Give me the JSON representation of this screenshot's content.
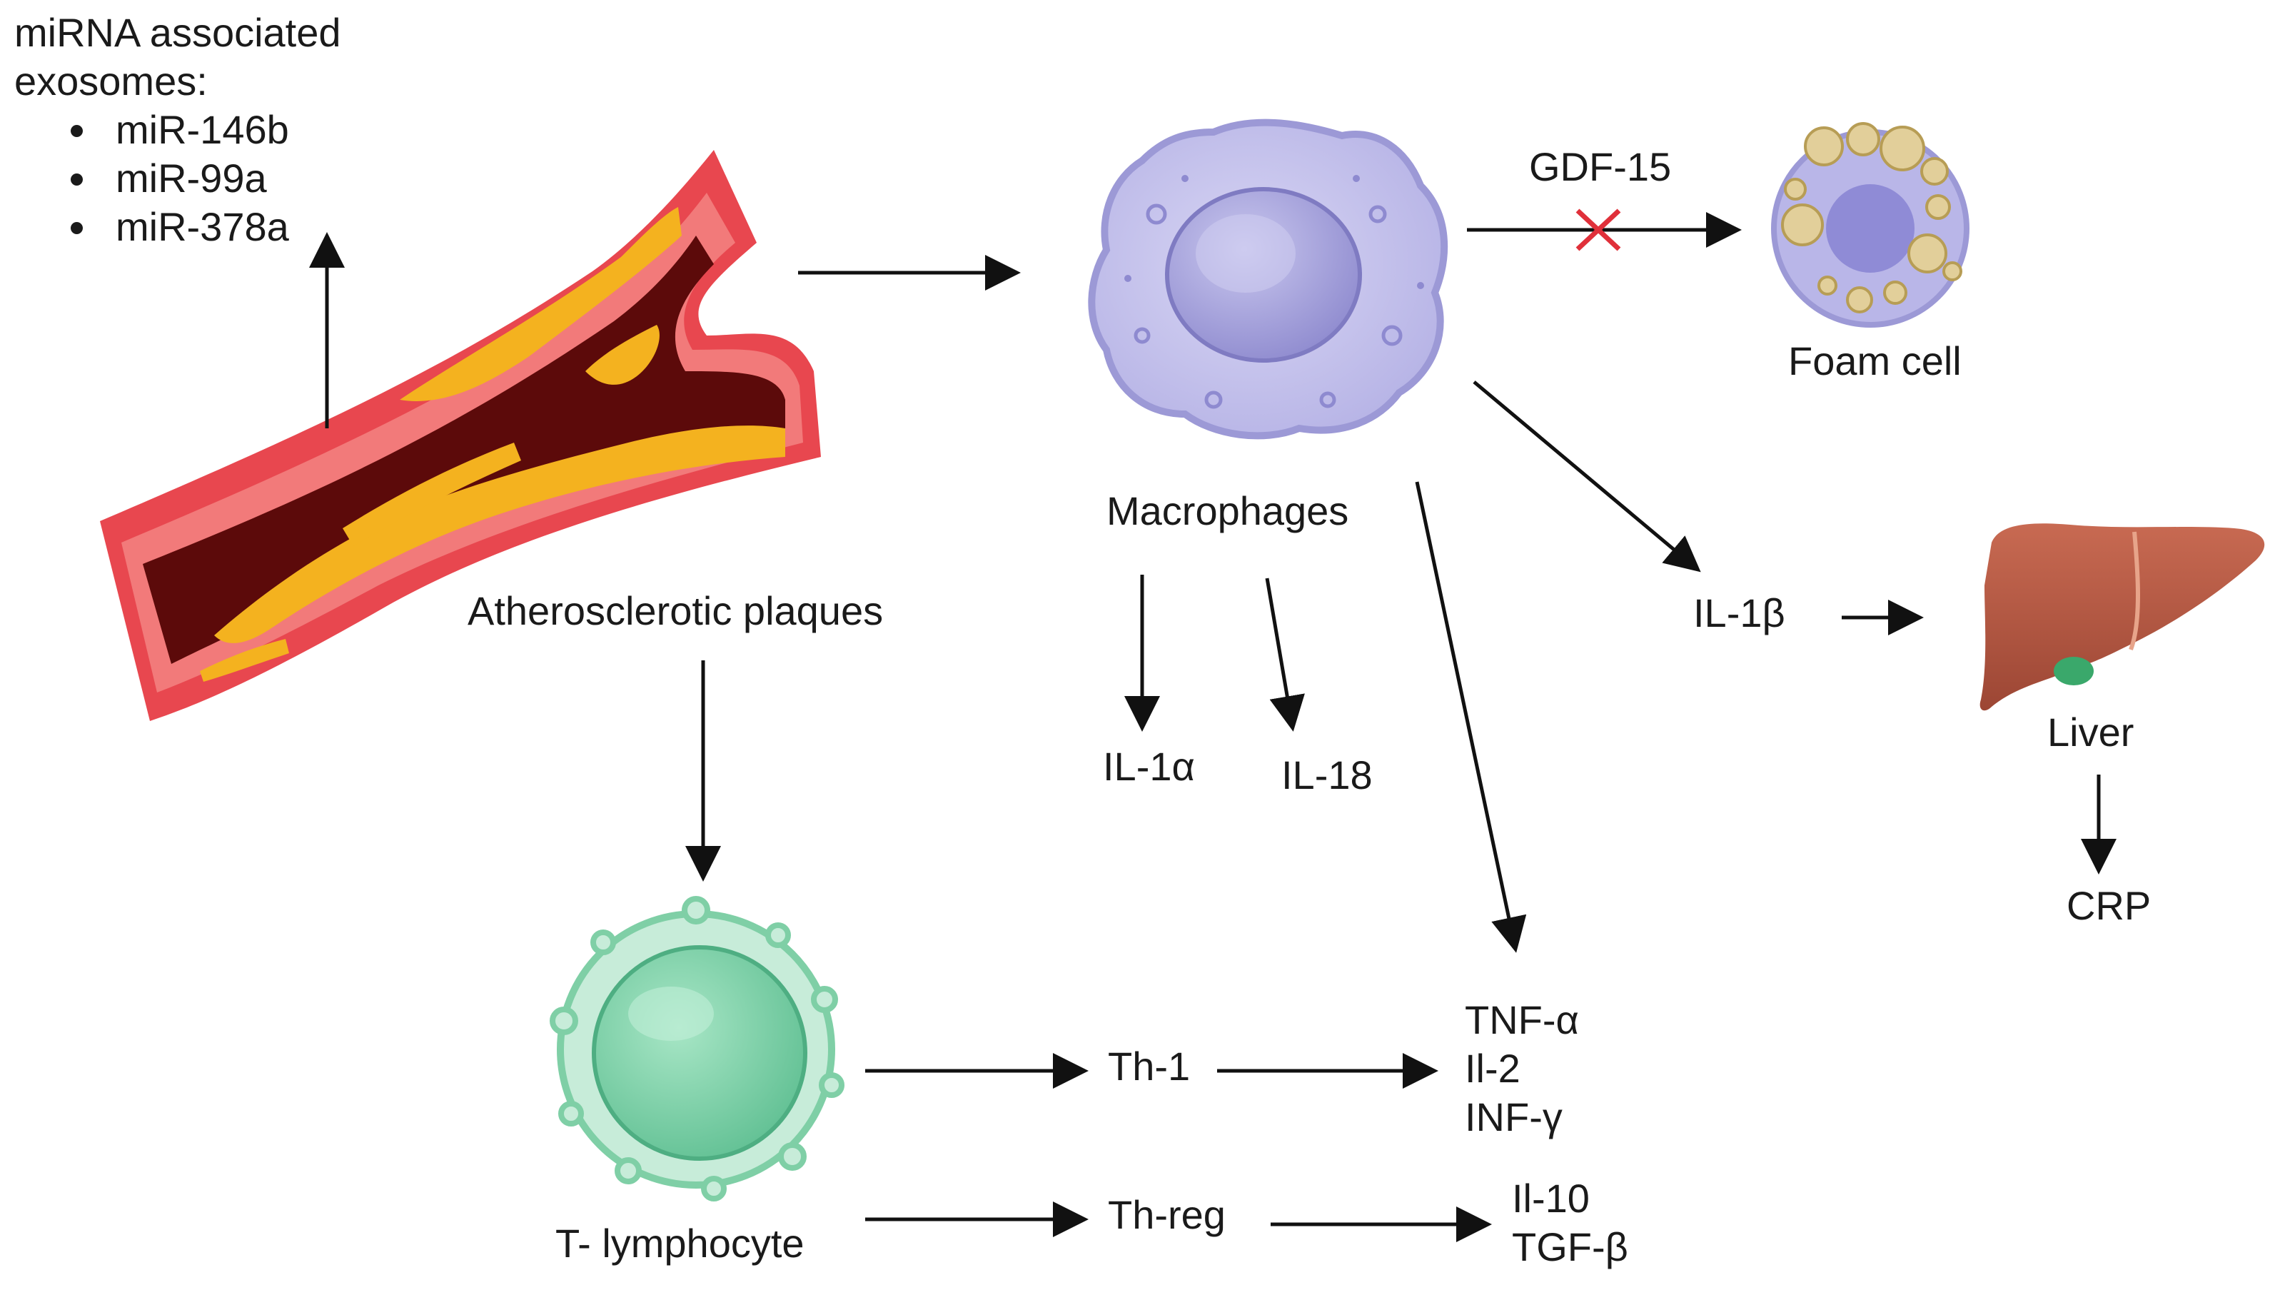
{
  "mirna": {
    "title_line1": "miRNA associated",
    "title_line2": "exosomes:",
    "items": [
      "miR-146b",
      "miR-99a",
      "miR-378a"
    ]
  },
  "labels": {
    "atherosclerotic": "Atherosclerotic plaques",
    "macrophages": "Macrophages",
    "gdf15": "GDF-15",
    "foam_cell": "Foam cell",
    "il1b": "IL-1β",
    "liver": "Liver",
    "crp": "CRP",
    "il1a": "IL-1α",
    "il18": "IL-18",
    "t_lymphocyte": "T- lymphocyte",
    "th1": "Th-1",
    "threg": "Th-reg"
  },
  "th1_cytokines": [
    "TNF-α",
    "Il-2",
    "INF-γ"
  ],
  "threg_cytokines": [
    "Il-10",
    "TGF-β"
  ],
  "colors": {
    "artery_wall": "#e8474f",
    "artery_lumen": "#5c0a0a",
    "plaque": "#f4b21f",
    "macrophage": "#c5c3ec",
    "macrophage_nucleus": "#a9a6db",
    "foam_vacuole": "#e2cf9a",
    "t_cell": "#8fd6b3",
    "liver": "#b85a44",
    "blocked_mark": "#e0303a",
    "arrow": "#111111"
  }
}
